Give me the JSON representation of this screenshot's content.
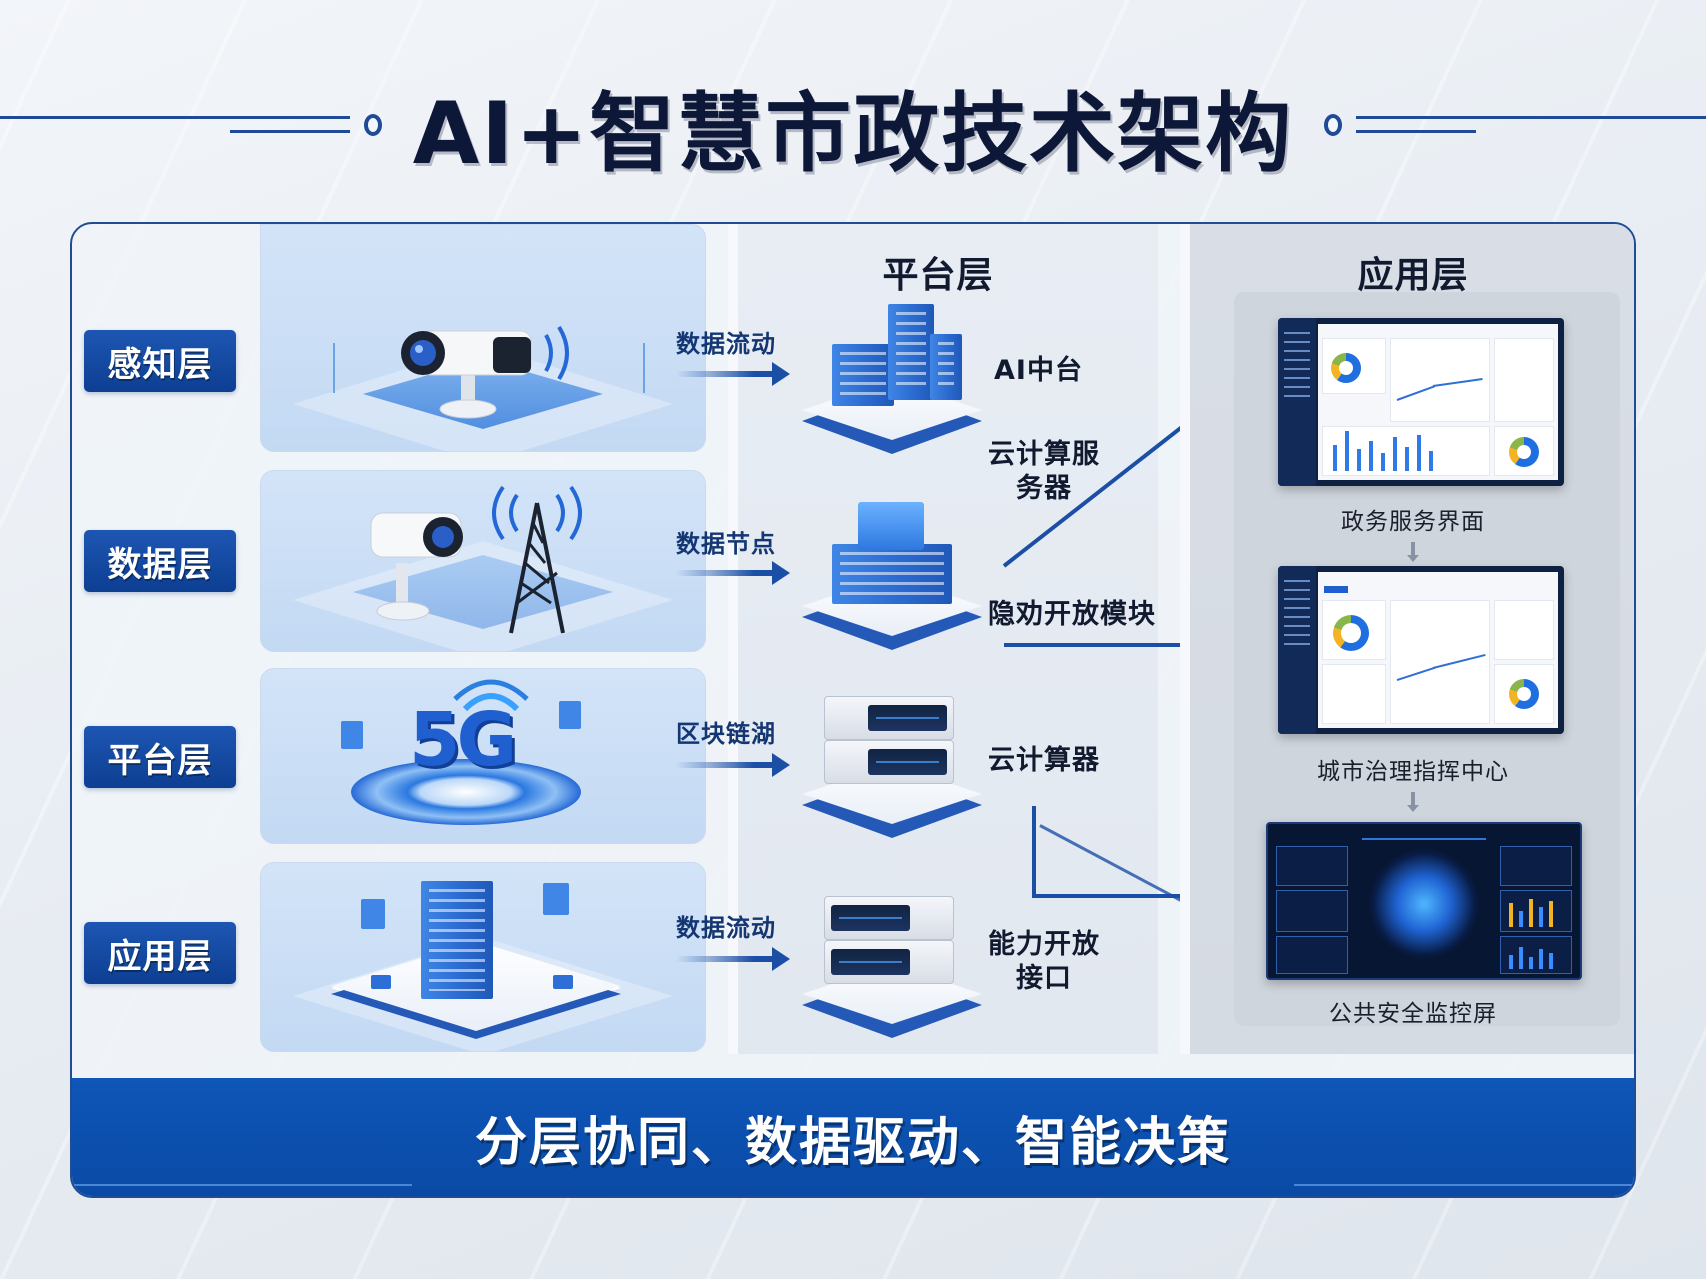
{
  "title": "AI+智慧市政技术架构",
  "colors": {
    "primary_blue": "#0d4a9e",
    "title_text": "#0d1838",
    "accent_line": "#1e4a98",
    "footer_bg": "#0a4aa5",
    "sense_card_bg": "#cfe1f6",
    "platform_col_bg": "#e5eaf1",
    "app_col_bg": "#d7dce4"
  },
  "layer_labels": [
    {
      "label": "感知层"
    },
    {
      "label": "数据层"
    },
    {
      "label": "平台层"
    },
    {
      "label": "应用层"
    }
  ],
  "columns": {
    "sense": {
      "header": "感知层",
      "cards": [
        {
          "illustration": "surveillance-camera-icon"
        },
        {
          "illustration": "camera-and-signal-tower-icon"
        },
        {
          "illustration": "5g-icon",
          "badge_text": "5G"
        },
        {
          "illustration": "smart-building-icon"
        }
      ]
    },
    "platform": {
      "header": "平台层",
      "flows": [
        {
          "label": "数据流动"
        },
        {
          "label": "数据节点"
        },
        {
          "label": "区块链湖"
        },
        {
          "label": "数据流动"
        }
      ],
      "nodes": [
        {
          "illustration": "city-buildings-icon",
          "label": "AI中台"
        },
        {
          "illustration": "data-center-icon",
          "label_line1": "云计算服",
          "label_line2": "务器"
        },
        {
          "illustration": "server-stack-icon",
          "label": "云计算器"
        },
        {
          "illustration": "server-stack-icon",
          "label_line1": "能力开放",
          "label_line2": "接口"
        }
      ],
      "mid_label": "隐劝开放模块"
    },
    "app": {
      "header": "应用层",
      "screens": [
        {
          "label": "政务服务界面",
          "style": "light-dashboard"
        },
        {
          "label": "城市治理指挥中心",
          "style": "light-dashboard"
        },
        {
          "label": "公共安全监控屏",
          "style": "dark-dashboard"
        }
      ]
    }
  },
  "footer": {
    "text": "分层协同、数据驱动、智能决策"
  }
}
